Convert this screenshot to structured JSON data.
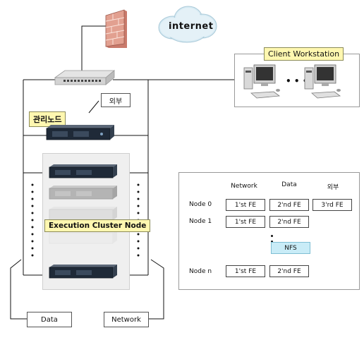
{
  "internet": "internet",
  "client_workstation": "Client Workstation",
  "client_ellipsis": "• • •",
  "mgmt_node": "관리노드",
  "external": "외부",
  "exec_cluster": "Execution Cluster Node",
  "bottom_data": "Data",
  "bottom_network": "Network",
  "table": {
    "headers": [
      "Network",
      "Data",
      "외부"
    ],
    "rows": [
      {
        "label": "Node 0",
        "cells": [
          "1'st FE",
          "2'nd FE",
          "3'rd FE"
        ]
      },
      {
        "label": "Node 1",
        "cells": [
          "1'st FE",
          "2'nd FE"
        ]
      },
      {
        "label": "Node n",
        "cells": [
          "1'st FE",
          "2'nd FE"
        ]
      }
    ],
    "nfs": "NFS"
  }
}
